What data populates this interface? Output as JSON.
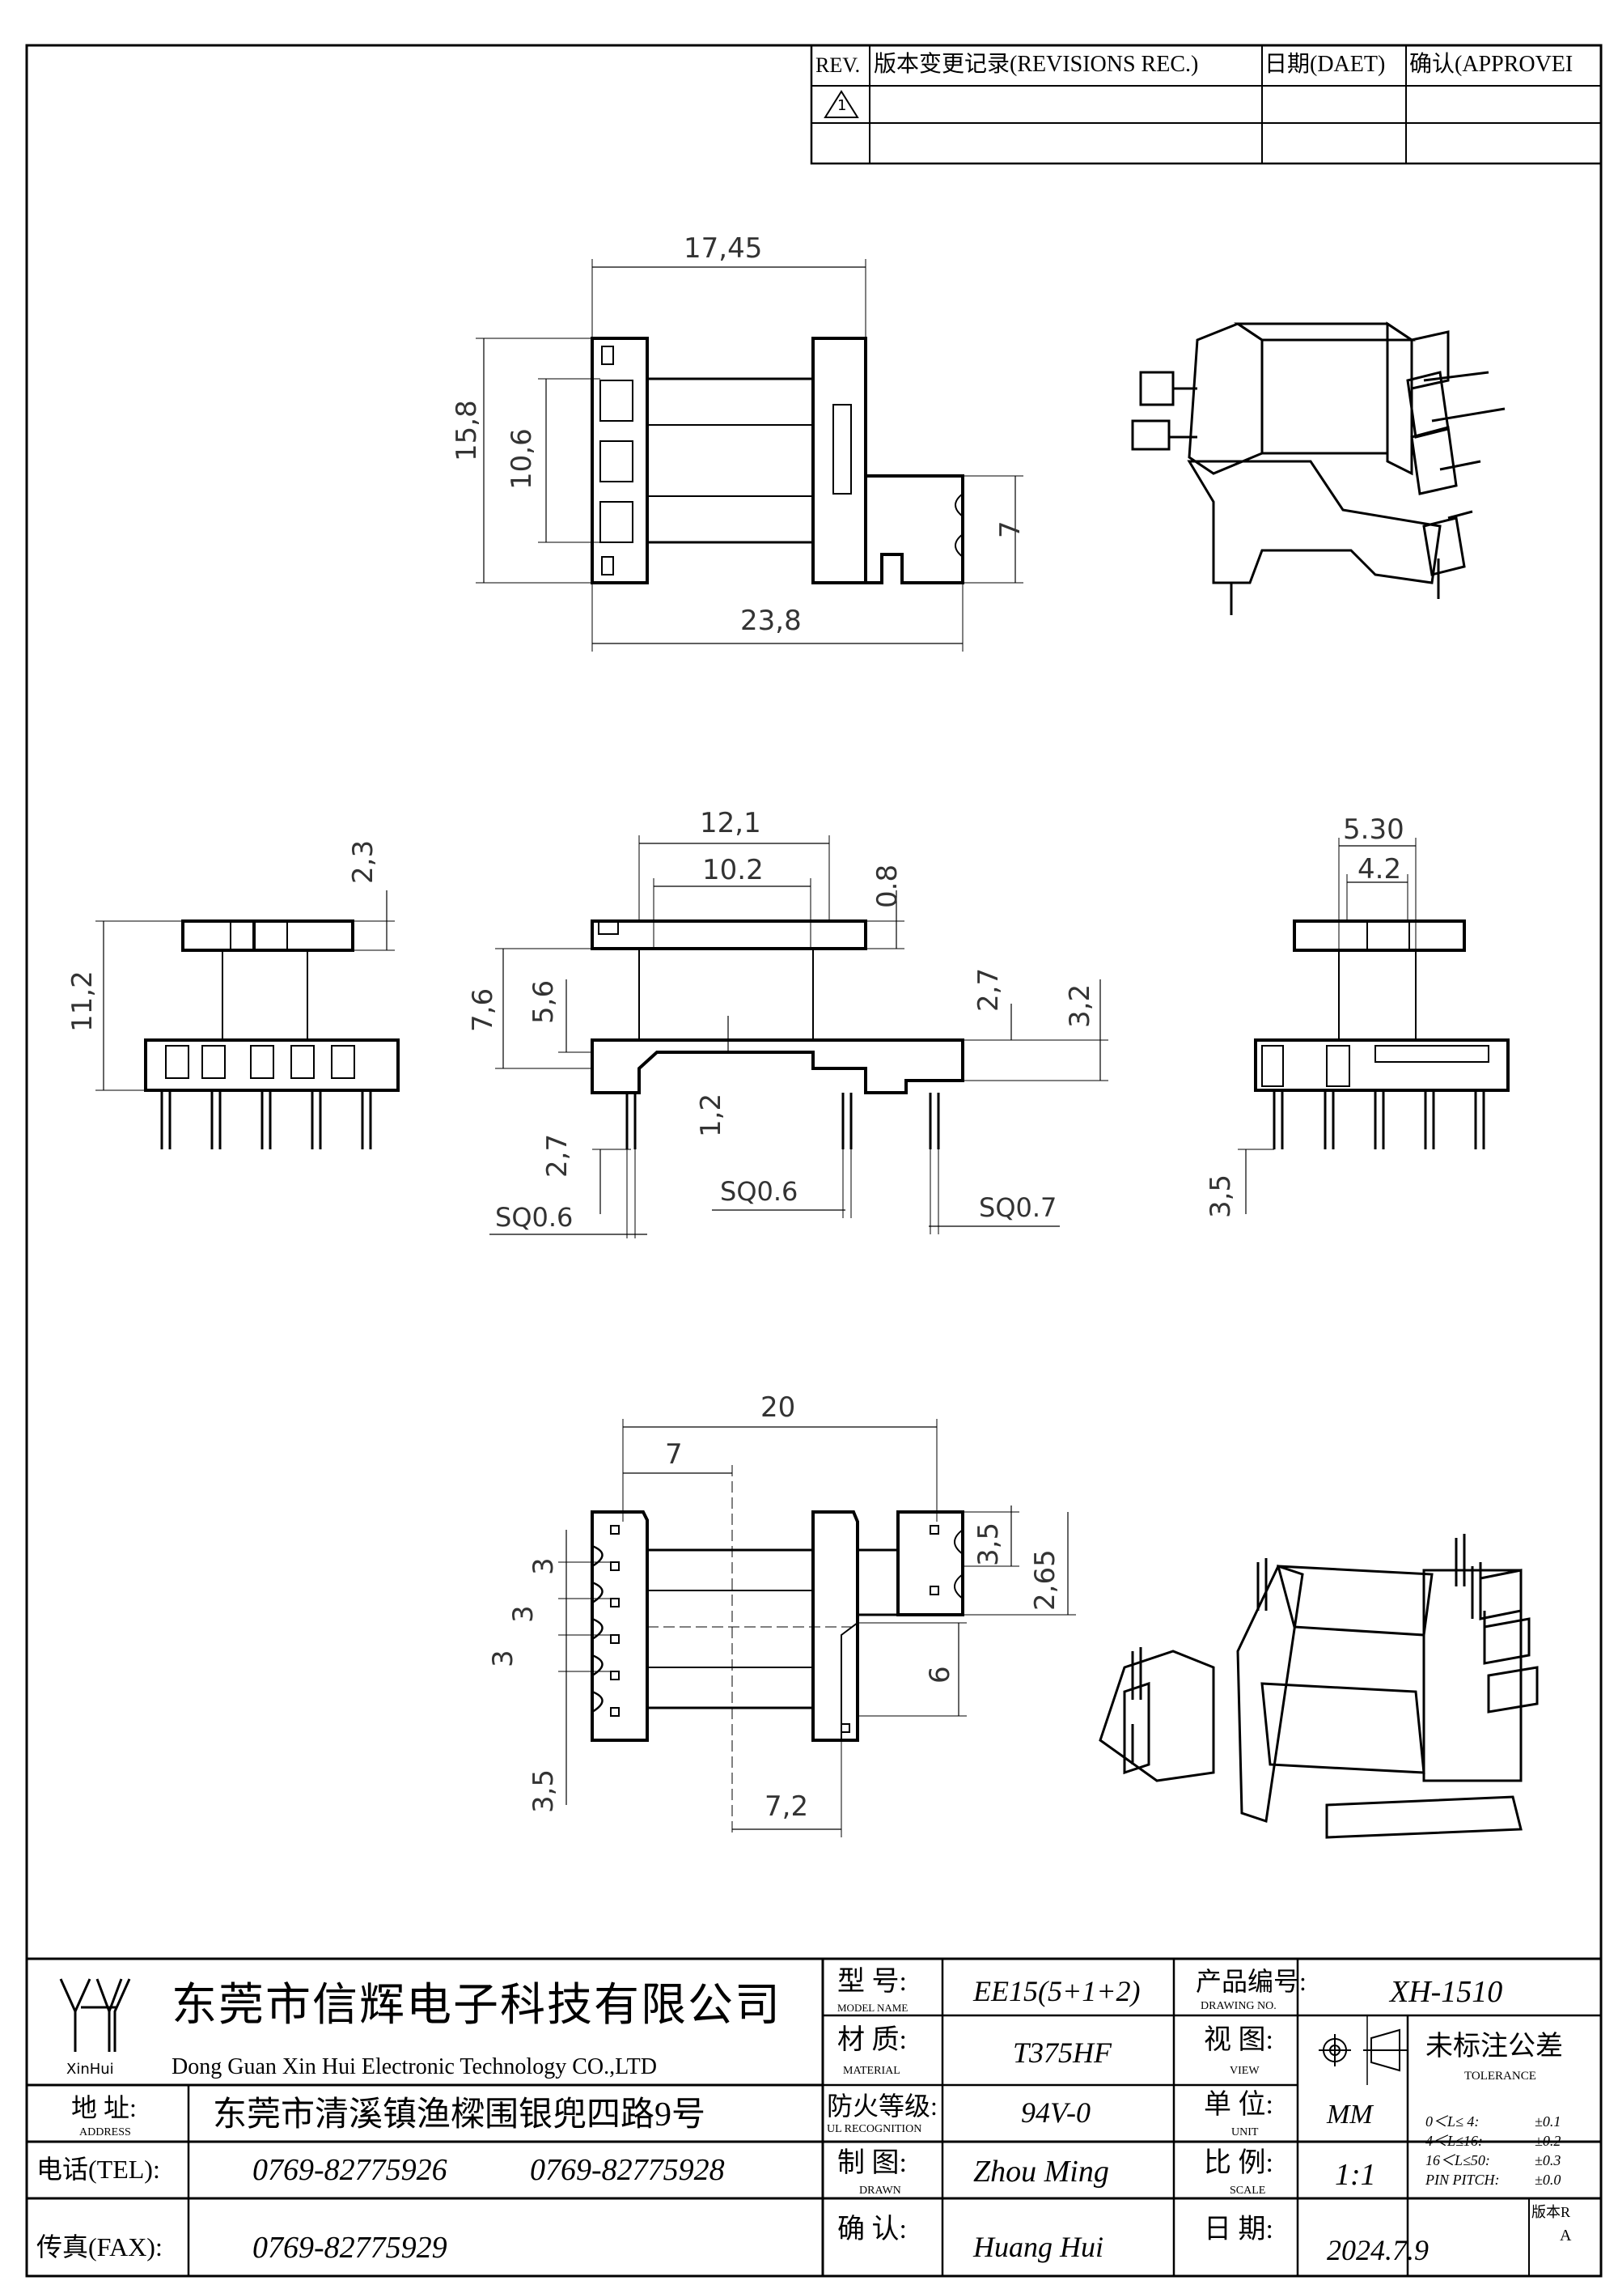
{
  "revision_table": {
    "headers": [
      "REV.",
      "版本变更记录(REVISIONS REC.)",
      "日期(DAET)",
      "确认(APPROVEI"
    ],
    "rev_symbol": "1"
  },
  "dimensions": {
    "top_view": {
      "overall_width": "17,45",
      "height_outer": "15,8",
      "height_inner": "10,6",
      "total_length": "23,8",
      "right_height": "7"
    },
    "side_left": {
      "top": "2,3",
      "height": "11,2"
    },
    "front_view": {
      "w1": "12,1",
      "w2": "10.2",
      "d08": "0.8",
      "d76": "7,6",
      "d56": "5,6",
      "d27a": "2,7",
      "d32": "3,2",
      "d12": "1,2",
      "d27b": "2,7",
      "sq1": "SQ0.6",
      "sq2": "SQ0.6",
      "sq3": "SQ0.7"
    },
    "side_right": {
      "w1": "5.30",
      "w2": "4.2",
      "d35": "3,5"
    },
    "bottom_view": {
      "w20": "20",
      "w7": "7",
      "d35a": "3,5",
      "d265": "2,65",
      "p1": "3",
      "p2": "3",
      "p3": "3",
      "d35b": "3,5",
      "d6": "6",
      "d72": "7,2"
    }
  },
  "title_block": {
    "company_cn": "东莞市信辉电子科技有限公司",
    "company_en": "Dong Guan Xin Hui Electronic Technology CO.,LTD",
    "logo_text": "XinHui",
    "address_label": "地  址:",
    "address_label_en": "ADDRESS",
    "address": "东莞市清溪镇渔樑围银兜四路9号",
    "tel_label": "电话(TEL):",
    "tel1": "0769-82775926",
    "tel2": "0769-82775928",
    "fax_label": "传真(FAX):",
    "fax": "0769-82775929",
    "model_label": "型  号:",
    "model_label_en": "MODEL NAME",
    "model": "EE15(5+1+2)",
    "material_label": "材  质:",
    "material_label_en": "MATERIAL",
    "material": "T375HF",
    "fire_label": "防火等级:",
    "fire_label_en": "UL RECOGNITION",
    "fire": "94V-0",
    "drawn_label": "制  图:",
    "drawn_label_en": "DRAWN",
    "drawn": "Zhou Ming",
    "confirm_label": "确  认:",
    "confirm": "Huang Hui",
    "drawing_no_label": "产品编号:",
    "drawing_no_label_en": "DRAWING NO.",
    "drawing_no": "XH-1510",
    "view_label": "视  图:",
    "view_label_en": "VIEW",
    "tolerance_label": "未标注公差",
    "tolerance_label_en": "TOLERANCE",
    "unit_label": "单  位:",
    "unit_label_en": "UNIT",
    "unit": "MM",
    "scale_label": "比  例:",
    "scale_label_en": "SCALE",
    "scale": "1:1",
    "date_label": "日  期:",
    "date": "2024.7.9",
    "version_label": "版本R",
    "version": "A",
    "tolerances": [
      {
        "range": "0＜L≤ 4:",
        "value": "±0.1"
      },
      {
        "range": "4＜L≤16:",
        "value": "±0.2"
      },
      {
        "range": "16＜L≤50:",
        "value": "±0.3"
      },
      {
        "range": "PIN PITCH:",
        "value": "±0.0"
      }
    ]
  }
}
